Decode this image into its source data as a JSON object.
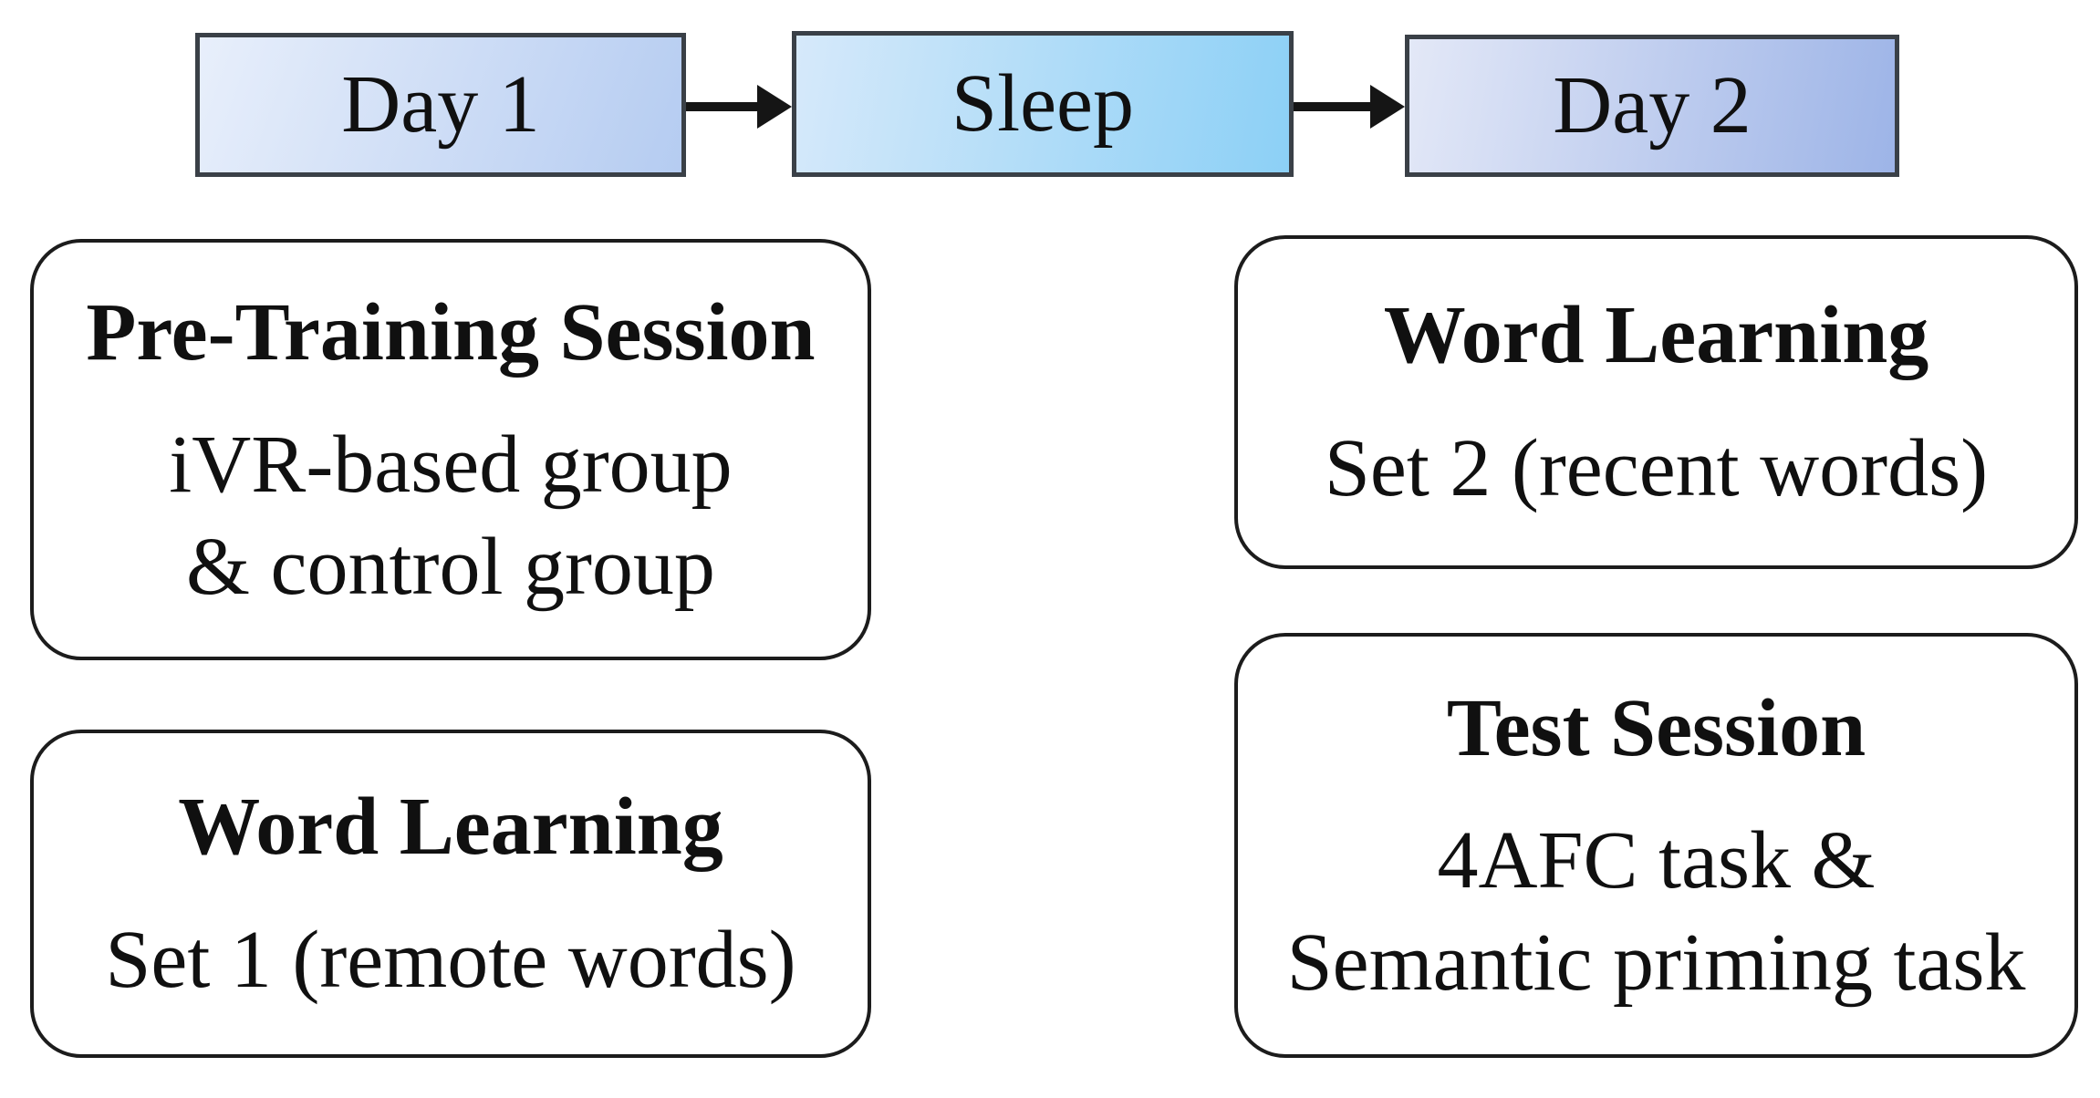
{
  "timeline": {
    "day1": "Day 1",
    "sleep": "Sleep",
    "day2": "Day 2"
  },
  "day1_column": {
    "pre_training": {
      "title": "Pre-Training Session",
      "line1": "iVR-based group",
      "line2": "& control group"
    },
    "word_learning": {
      "title": "Word Learning",
      "line1": "Set 1 (remote words)"
    }
  },
  "day2_column": {
    "word_learning": {
      "title": "Word Learning",
      "line1": "Set 2 (recent words)"
    },
    "test_session": {
      "title": "Test Session",
      "line1": "4AFC task &",
      "line2": "Semantic priming task"
    }
  },
  "colors": {
    "day1_start": "#e8effb",
    "day1_end": "#b5ccf1",
    "sleep_start": "#d6e9fa",
    "sleep_end": "#8cd0f6",
    "day2_start": "#e3e8f7",
    "day2_end": "#9db4e7",
    "timeline_border": "#3a4047",
    "card_border": "#1c1c1c",
    "text": "#101010",
    "arrow": "#151515",
    "background": "#ffffff"
  }
}
